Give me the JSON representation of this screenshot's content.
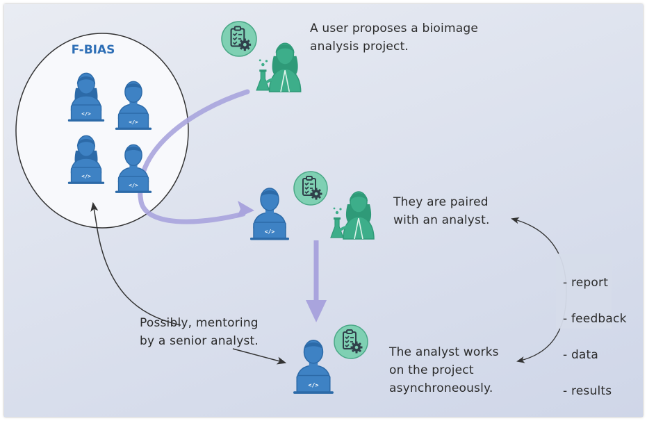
{
  "group": {
    "title": "F-BIAS"
  },
  "steps": {
    "propose": "A user proposes a bioimage\nanalysis project.",
    "paired": "They are paired\nwith an analyst.",
    "works": "The analyst works\non the project\nasynchroneously.",
    "mentoring": "Possibly, mentoring\nby a senior analyst."
  },
  "exchange_items": [
    "- report",
    "- feedback",
    "- data",
    "- results"
  ],
  "colors": {
    "analyst": "#3e82c4",
    "analyst_dark": "#2c6aa8",
    "user": "#3dae8a",
    "task_badge": "#7fd0b3",
    "main_arrow": "#a9a4dd",
    "thin_arrow": "#333333",
    "title": "#2e6fb6"
  },
  "icons": [
    "analyst-icon",
    "user-scientist-icon",
    "task-clipboard-gear-icon"
  ]
}
